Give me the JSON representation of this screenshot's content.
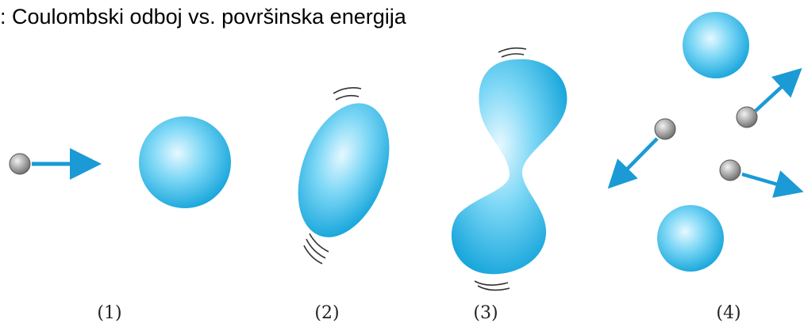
{
  "title": ": Coulombski odboj vs. površinska energija",
  "stages": [
    {
      "label": "(1)"
    },
    {
      "label": "(2)"
    },
    {
      "label": "(3)"
    },
    {
      "label": "(4)"
    }
  ],
  "colors": {
    "drop_light": "#e6f8ff",
    "drop_mid": "#7fd8f6",
    "drop_dark": "#1aa7dc",
    "arrow": "#1b9ad6",
    "particle_light": "#f2f2f2",
    "particle_dark": "#6a6a6a",
    "motion_lines": "#333333"
  },
  "icons": {
    "incoming_particle": "particle-icon",
    "arrow": "arrow-icon",
    "drop": "droplet-icon",
    "vibration": "vibration-lines-icon"
  }
}
